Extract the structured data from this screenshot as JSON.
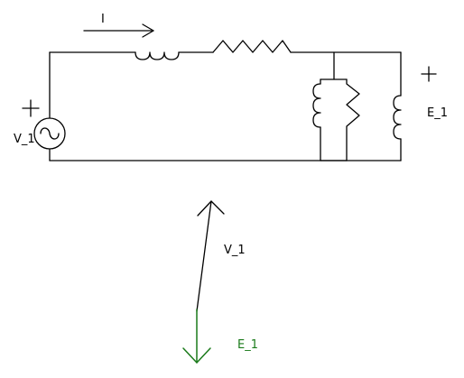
{
  "labels": {
    "current": "I",
    "source": "V_1",
    "emf": "E_1",
    "phasor_v": "V_1",
    "phasor_e": "E_1",
    "plus_left": "+",
    "plus_right": "+"
  },
  "colors": {
    "wire": "#000000",
    "phasor_v": "#000000",
    "phasor_e": "#1a7a1a",
    "background": "#ffffff"
  }
}
